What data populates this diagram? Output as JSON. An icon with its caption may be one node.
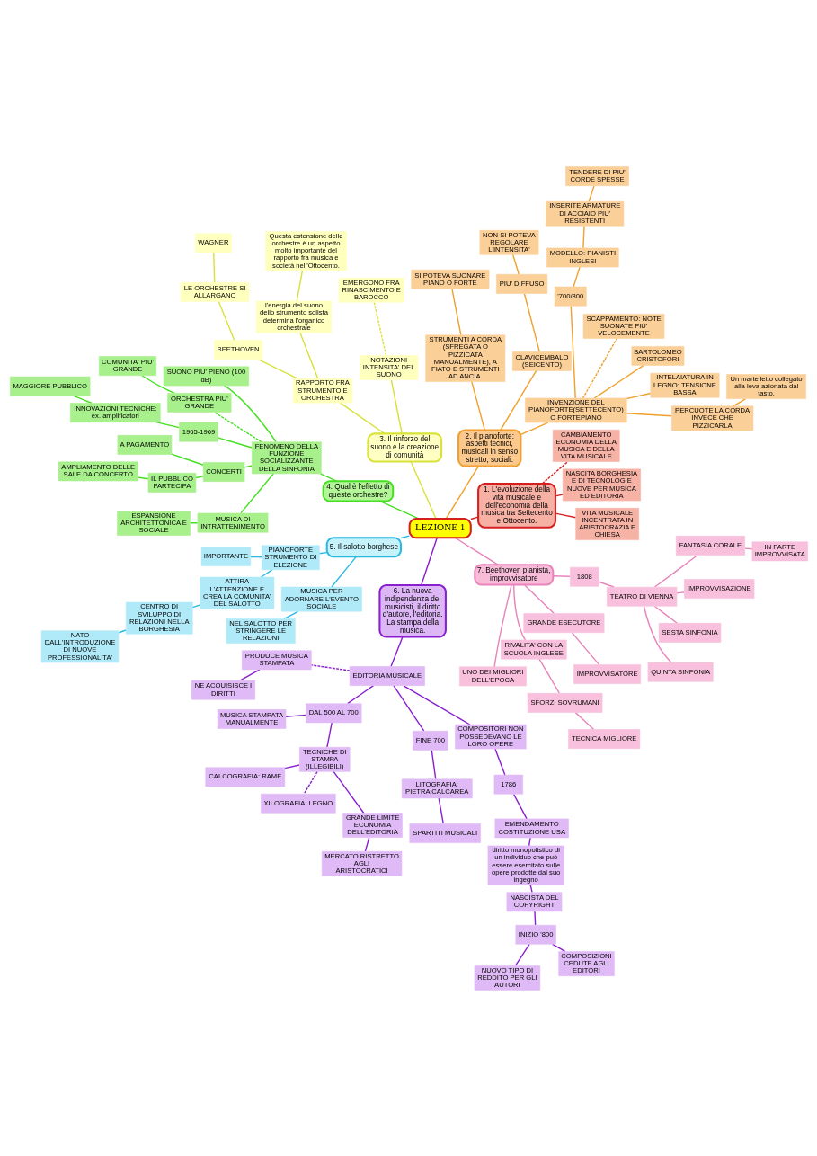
{
  "diagram": {
    "nodes": [
      {
        "text": [
          "LEZIONE 1"
        ]
      },
      {
        "text": [
          "1. L'evoluzione della vita musicale e dell'economia della musica tra Settecento e Ottocento."
        ]
      },
      {
        "text": [
          "VITA MUSICALE INCENTRATA IN ARISTOCRAZIA E CHIESA"
        ]
      },
      {
        "text": [
          "NASCITA BORGHESIA E DI TECNOLOGIE NUOVE PER MUSICA ED EDITORIA"
        ]
      },
      {
        "text": [
          "CAMBIAMENTO ECONOMIA DELLA MUSICA E DELLA VITA MUSICALE"
        ]
      },
      {
        "text": [
          "2. Il pianoforte: aspetti tecnici, musicali in senso stretto, sociali."
        ]
      },
      {
        "text": [
          "INVENZIONE DEL PIANOFORTE(SETTECENTO) O FORTEPIANO"
        ]
      },
      {
        "text": [
          "PERCUOTE LA CORDA INVECE CHE PIZZICARLA"
        ]
      },
      {
        "text": [
          "Un martelletto collegato alla leva azionata dal tasto."
        ]
      },
      {
        "text": [
          "INTELAIATURA IN LEGNO: TENSIONE BASSA"
        ]
      },
      {
        "text": [
          "BARTOLOMEO CRISTOFORI"
        ]
      },
      {
        "text": [
          "SCAPPAMENTO: NOTE SUONATE PIU' VELOCEMENTE"
        ]
      },
      {
        "text": [
          "'700/800"
        ]
      },
      {
        "text": [
          "MODELLO: PIANISTI INGLESI"
        ]
      },
      {
        "text": [
          "INSERITE ARMATURE DI ACCIAIO PIU' RESISTENTI"
        ]
      },
      {
        "text": [
          "TENDERE DI PIU' CORDE SPESSE"
        ]
      },
      {
        "text": [
          "CLAVICEMBALO (SEICENTO)"
        ]
      },
      {
        "text": [
          "PIU' DIFFUSO"
        ]
      },
      {
        "text": [
          "NON SI POTEVA REGOLARE L'INTENSITA'"
        ]
      },
      {
        "text": [
          "STRUMENTI A CORDA (SFREGATA O PIZZICATA MANUALMENTE), A FIATO E STRUMENTI AD ANCIA."
        ]
      },
      {
        "text": [
          "SI POTEVA SUONARE PIANO O FORTE"
        ]
      },
      {
        "text": [
          "3. Il rinforzo del suono e la creazione di comunità"
        ]
      },
      {
        "text": [
          "NOTAZIONI INTENSITA' DEL SUONO"
        ]
      },
      {
        "text": [
          "EMERGONO FRA RINASCIMENTO E BAROCCO"
        ]
      },
      {
        "text": [
          "RAPPORTO FRA STRUMENTO E ORCHESTRA"
        ]
      },
      {
        "text": [
          "l'energia del suono dello strumento solista determina l'organico orchestrale"
        ]
      },
      {
        "text": [
          "Questa estensione delle orchestre è un aspetto molto importante del rapporto fra musica e società nell'Ottocento."
        ]
      },
      {
        "text": [
          "BEETHOVEN"
        ]
      },
      {
        "text": [
          "LE ORCHESTRE SI ALLARGANO"
        ]
      },
      {
        "text": [
          "WAGNER"
        ]
      },
      {
        "text": [
          "4. Qual è l'effetto di queste orchestre?"
        ]
      },
      {
        "text": [
          "FENOMENO DELLA FUNZIONE SOCIALIZZANTE DELLA SINFONIA"
        ]
      },
      {
        "text": [
          "SUONO PIU' PIENO (100 dB)"
        ]
      },
      {
        "text": [
          "ORCHESTRA PIU' GRANDE"
        ]
      },
      {
        "text": [
          "COMUNITA' PIU' GRANDE"
        ]
      },
      {
        "text": [
          "1965-1969"
        ]
      },
      {
        "text": [
          "INNOVAZIONI TECNICHE:",
          "ex. amplificatori"
        ]
      },
      {
        "text": [
          "MAGGIORE PUBBLICO"
        ]
      },
      {
        "text": [
          "CONCERTI"
        ]
      },
      {
        "text": [
          "A PAGAMENTO"
        ]
      },
      {
        "text": [
          "IL PUBBLICO PARTECIPA"
        ]
      },
      {
        "text": [
          "AMPLIAMENTO DELLE SALE DA CONCERTO"
        ]
      },
      {
        "text": [
          "MUSICA DI INTRATTENIMENTO"
        ]
      },
      {
        "text": [
          "ESPANSIONE ARCHITETTONICA E SOCIALE"
        ]
      },
      {
        "text": [
          "5. Il salotto borghese"
        ]
      },
      {
        "text": [
          "PIANOFORTE STRUMENTO DI ELEZIONE"
        ]
      },
      {
        "text": [
          "IMPORTANTE"
        ]
      },
      {
        "text": [
          "ATTIRA L'ATTENZIONE E CREA LA COMUNITA' DEL SALOTTO"
        ]
      },
      {
        "text": [
          "CENTRO DI SVILUPPO DI RELAZIONI NELLA BORGHESIA"
        ]
      },
      {
        "text": [
          "NATO DALL'INTRODUZIONE DI NUOVE PROFESSIONALITA'"
        ]
      },
      {
        "text": [
          "MUSICA PER ADORNARE L'EVENTO SOCIALE"
        ]
      },
      {
        "text": [
          "NEL SALOTTO PER STRINGERE LE RELAZIONI"
        ]
      },
      {
        "text": [
          "6. La nuova indipendenza dei musicisti, il diritto d'autore, l'editoria. La stampa della musica."
        ]
      },
      {
        "text": [
          "EDITORIA MUSICALE"
        ]
      },
      {
        "text": [
          "PRODUCE MUSICA STAMPATA"
        ]
      },
      {
        "text": [
          "NE ACQUISISCE I DIRITTI"
        ]
      },
      {
        "text": [
          "DAL 500 AL 700"
        ]
      },
      {
        "text": [
          "MUSICA STAMPATA MANUALMENTE"
        ]
      },
      {
        "text": [
          "TECNICHE DI STAMPA (ILLEGIBILI)"
        ]
      },
      {
        "text": [
          "CALCOGRAFIA: RAME"
        ]
      },
      {
        "text": [
          "XILOGRAFIA: LEGNO"
        ]
      },
      {
        "text": [
          "GRANDE LIMITE ECONOMIA DELL'EDITORIA"
        ]
      },
      {
        "text": [
          "MERCATO RISTRETTO AGLI ARISTOCRATICI"
        ]
      },
      {
        "text": [
          "FINE 700"
        ]
      },
      {
        "text": [
          "LITOGRAFIA: PIETRA CALCAREA"
        ]
      },
      {
        "text": [
          "SPARTITI MUSICALI"
        ]
      },
      {
        "text": [
          "COMPOSITORI NON POSSEDEVANO LE LORO OPERE"
        ]
      },
      {
        "text": [
          "1786"
        ]
      },
      {
        "text": [
          "EMENDAMENTO COSTITUZIONE USA"
        ]
      },
      {
        "text": [
          "diritto monopolistico di un individuo che può essere esercitato sulle opere prodotte dal suo ingegno"
        ]
      },
      {
        "text": [
          "NASCISTA DEL COPYRIGHT"
        ]
      },
      {
        "text": [
          "INIZIO '800"
        ]
      },
      {
        "text": [
          "NUOVO TIPO DI REDDITO PER GLI AUTORI"
        ]
      },
      {
        "text": [
          "COMPOSIZIONI CEDUTE AGLI EDITORI"
        ]
      },
      {
        "text": [
          "7. Beethoven pianista, improvvisatore"
        ]
      },
      {
        "text": [
          "UNO DEI MIGLIORI DELL'EPOCA"
        ]
      },
      {
        "text": [
          "RIVALITA' CON LA SCUOLA INGLESE"
        ]
      },
      {
        "text": [
          "SFORZI SOVRUMANI"
        ]
      },
      {
        "text": [
          "TECNICA MIGLIORE"
        ]
      },
      {
        "text": [
          "GRANDE ESECUTORE"
        ]
      },
      {
        "text": [
          "IMPROVVISATORE"
        ]
      },
      {
        "text": [
          "1808"
        ]
      },
      {
        "text": [
          "TEATRO DI VIENNA"
        ]
      },
      {
        "text": [
          "QUINTA SINFONIA"
        ]
      },
      {
        "text": [
          "SESTA SINFONIA"
        ]
      },
      {
        "text": [
          "IMPROVVISAZIONE"
        ]
      },
      {
        "text": [
          "FANTASIA CORALE"
        ]
      },
      {
        "text": [
          "IN PARTE IMPROVVISATA"
        ]
      }
    ],
    "edges": [
      {
        "from": 0,
        "to": 1,
        "arrow": "none",
        "color": "#d61f1f"
      },
      {
        "from": 1,
        "to": 2,
        "arrow": "none",
        "color": "#d61f1f"
      },
      {
        "from": 1,
        "to": 3,
        "arrow": "none",
        "color": "#d61f1f"
      },
      {
        "from": 1,
        "to": 4,
        "arrow": "none",
        "color": "#d61f1f",
        "style": "dashed"
      },
      {
        "from": 0,
        "to": 5,
        "arrow": "none",
        "color": "#f0a02c"
      },
      {
        "from": 5,
        "to": 6,
        "arrow": "none",
        "color": "#f0a02c"
      },
      {
        "from": 6,
        "to": 7,
        "arrow": "none",
        "color": "#f0a02c"
      },
      {
        "from": 7,
        "to": 8,
        "arrow": "none",
        "color": "#f0a02c"
      },
      {
        "from": 6,
        "to": 9,
        "arrow": "none",
        "color": "#f0a02c"
      },
      {
        "from": 6,
        "to": 10,
        "arrow": "none",
        "color": "#f0a02c"
      },
      {
        "from": 6,
        "to": 11,
        "arrow": "none",
        "color": "#f0a02c",
        "style": "dashed"
      },
      {
        "from": 6,
        "to": 12,
        "arrow": "none",
        "color": "#f0a02c"
      },
      {
        "from": 12,
        "to": 13,
        "arrow": "none",
        "color": "#f0a02c"
      },
      {
        "from": 13,
        "to": 14,
        "arrow": "none",
        "color": "#f0a02c"
      },
      {
        "from": 14,
        "to": 15,
        "arrow": "none",
        "color": "#f0a02c"
      },
      {
        "from": 5,
        "to": 16,
        "arrow": "none",
        "color": "#f0a02c"
      },
      {
        "from": 16,
        "to": 17,
        "arrow": "none",
        "color": "#f0a02c"
      },
      {
        "from": 17,
        "to": 18,
        "arrow": "none",
        "color": "#f0a02c"
      },
      {
        "from": 5,
        "to": 19,
        "arrow": "none",
        "color": "#f0a02c"
      },
      {
        "from": 19,
        "to": 20,
        "arrow": "none",
        "color": "#f0a02c"
      },
      {
        "from": 0,
        "to": 21,
        "arrow": "none",
        "color": "#d8e23a"
      },
      {
        "from": 21,
        "to": 22,
        "arrow": "none",
        "color": "#d8e23a"
      },
      {
        "from": 22,
        "to": 23,
        "arrow": "none",
        "color": "#d8e23a",
        "style": "dashed"
      },
      {
        "from": 21,
        "to": 24,
        "arrow": "none",
        "color": "#d8e23a"
      },
      {
        "from": 24,
        "to": 25,
        "arrow": "none",
        "color": "#d8e23a"
      },
      {
        "from": 25,
        "to": 26,
        "arrow": "none",
        "color": "#d8e23a"
      },
      {
        "from": 24,
        "to": 27,
        "arrow": "none",
        "color": "#d8e23a"
      },
      {
        "from": 27,
        "to": 28,
        "arrow": "none",
        "color": "#d8e23a"
      },
      {
        "from": 28,
        "to": 29,
        "arrow": "none",
        "color": "#d8e23a"
      },
      {
        "from": 0,
        "to": 30,
        "arrow": "none",
        "color": "#45e021"
      },
      {
        "from": 30,
        "to": 31,
        "arrow": "none",
        "color": "#45e021"
      },
      {
        "from": 31,
        "to": 32,
        "arrow": "none",
        "color": "#45e021"
      },
      {
        "from": 31,
        "to": 33,
        "arrow": "none",
        "color": "#45e021",
        "style": "dashed"
      },
      {
        "from": 33,
        "to": 34,
        "arrow": "none",
        "color": "#45e021"
      },
      {
        "from": 31,
        "to": 35,
        "arrow": "none",
        "color": "#45e021"
      },
      {
        "from": 35,
        "to": 36,
        "arrow": "none",
        "color": "#45e021"
      },
      {
        "from": 36,
        "to": 37,
        "arrow": "none",
        "color": "#45e021"
      },
      {
        "from": 31,
        "to": 38,
        "arrow": "none",
        "color": "#45e021"
      },
      {
        "from": 38,
        "to": 39,
        "arrow": "none",
        "color": "#45e021"
      },
      {
        "from": 38,
        "to": 40,
        "arrow": "none",
        "color": "#45e021"
      },
      {
        "from": 40,
        "to": 41,
        "arrow": "none",
        "color": "#45e021"
      },
      {
        "from": 31,
        "to": 42,
        "arrow": "none",
        "color": "#45e021"
      },
      {
        "from": 42,
        "to": 43,
        "arrow": "none",
        "color": "#45e021"
      },
      {
        "from": 0,
        "to": 44,
        "arrow": "none",
        "color": "#2ab9e3"
      },
      {
        "from": 44,
        "to": 45,
        "arrow": "none",
        "color": "#2ab9e3"
      },
      {
        "from": 45,
        "to": 46,
        "arrow": "none",
        "color": "#2ab9e3"
      },
      {
        "from": 45,
        "to": 47,
        "arrow": "none",
        "color": "#2ab9e3"
      },
      {
        "from": 47,
        "to": 48,
        "arrow": "none",
        "color": "#2ab9e3"
      },
      {
        "from": 48,
        "to": 49,
        "arrow": "none",
        "color": "#2ab9e3"
      },
      {
        "from": 44,
        "to": 50,
        "arrow": "none",
        "color": "#2ab9e3"
      },
      {
        "from": 50,
        "to": 51,
        "arrow": "none",
        "color": "#2ab9e3"
      },
      {
        "from": 0,
        "to": 52,
        "arrow": "none",
        "color": "#8a1fd0"
      },
      {
        "from": 52,
        "to": 53,
        "arrow": "none",
        "color": "#8a1fd0"
      },
      {
        "from": 53,
        "to": 54,
        "arrow": "none",
        "color": "#8a1fd0",
        "style": "dashed"
      },
      {
        "from": 54,
        "to": 55,
        "arrow": "none",
        "color": "#8a1fd0"
      },
      {
        "from": 53,
        "to": 56,
        "arrow": "none",
        "color": "#8a1fd0"
      },
      {
        "from": 56,
        "to": 57,
        "arrow": "none",
        "color": "#8a1fd0"
      },
      {
        "from": 56,
        "to": 58,
        "arrow": "none",
        "color": "#8a1fd0"
      },
      {
        "from": 58,
        "to": 59,
        "arrow": "none",
        "color": "#8a1fd0"
      },
      {
        "from": 58,
        "to": 60,
        "arrow": "none",
        "color": "#8a1fd0",
        "style": "dashed"
      },
      {
        "from": 58,
        "to": 61,
        "arrow": "none",
        "color": "#8a1fd0"
      },
      {
        "from": 61,
        "to": 62,
        "arrow": "none",
        "color": "#8a1fd0"
      },
      {
        "from": 53,
        "to": 63,
        "arrow": "none",
        "color": "#8a1fd0"
      },
      {
        "from": 63,
        "to": 64,
        "arrow": "none",
        "color": "#8a1fd0"
      },
      {
        "from": 64,
        "to": 65,
        "arrow": "none",
        "color": "#8a1fd0"
      },
      {
        "from": 53,
        "to": 66,
        "arrow": "none",
        "color": "#8a1fd0"
      },
      {
        "from": 66,
        "to": 67,
        "arrow": "none",
        "color": "#8a1fd0"
      },
      {
        "from": 67,
        "to": 68,
        "arrow": "none",
        "color": "#8a1fd0"
      },
      {
        "from": 68,
        "to": 69,
        "arrow": "none",
        "color": "#8a1fd0"
      },
      {
        "from": 69,
        "to": 70,
        "arrow": "none",
        "color": "#8a1fd0"
      },
      {
        "from": 70,
        "to": 71,
        "arrow": "none",
        "color": "#8a1fd0"
      },
      {
        "from": 71,
        "to": 72,
        "arrow": "none",
        "color": "#8a1fd0"
      },
      {
        "from": 71,
        "to": 73,
        "arrow": "none",
        "color": "#8a1fd0"
      },
      {
        "from": 0,
        "to": 74,
        "arrow": "none",
        "color": "#e884bb"
      },
      {
        "from": 74,
        "to": 75,
        "arrow": "none",
        "color": "#e884bb"
      },
      {
        "from": 74,
        "to": 76,
        "arrow": "none",
        "color": "#e884bb"
      },
      {
        "from": 76,
        "to": 77,
        "arrow": "none",
        "color": "#e884bb"
      },
      {
        "from": 77,
        "to": 78,
        "arrow": "none",
        "color": "#e884bb"
      },
      {
        "from": 74,
        "to": 79,
        "arrow": "none",
        "color": "#e884bb"
      },
      {
        "from": 79,
        "to": 80,
        "arrow": "none",
        "color": "#e884bb"
      },
      {
        "from": 74,
        "to": 81,
        "arrow": "none",
        "color": "#e884bb"
      },
      {
        "from": 81,
        "to": 82,
        "arrow": "none",
        "color": "#e884bb"
      },
      {
        "from": 82,
        "to": 83,
        "arrow": "none",
        "color": "#e884bb"
      },
      {
        "from": 82,
        "to": 84,
        "arrow": "none",
        "color": "#e884bb"
      },
      {
        "from": 82,
        "to": 85,
        "arrow": "none",
        "color": "#e884bb"
      },
      {
        "from": 82,
        "to": 86,
        "arrow": "none",
        "color": "#e884bb"
      },
      {
        "from": 86,
        "to": 87,
        "arrow": "none",
        "color": "#e884bb"
      }
    ]
  }
}
